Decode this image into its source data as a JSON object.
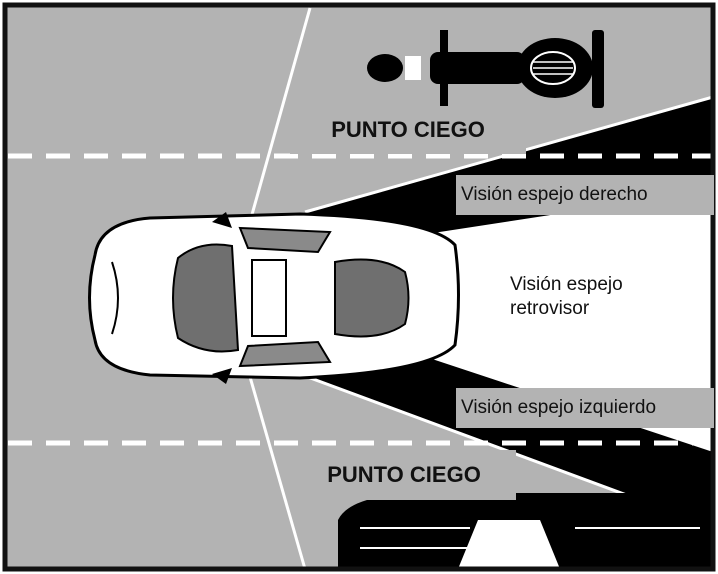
{
  "labels": {
    "blind_spot_top": "PUNTO CIEGO",
    "blind_spot_bottom": "PUNTO CIEGO",
    "right_mirror": "Visión espejo derecho",
    "rear_mirror_line1": "Visión espejo",
    "rear_mirror_line2": "retrovisor",
    "left_mirror": "Visión espejo izquierdo"
  },
  "colors": {
    "road": "#b3b3b3",
    "cone": "#000000",
    "lane_marking": "#ffffff",
    "border": "#111111"
  },
  "icons": {
    "car": "car-top-view-icon",
    "motorcycle": "motorcycle-top-view-icon",
    "bottom_vehicle": "vehicle-top-view-icon"
  }
}
